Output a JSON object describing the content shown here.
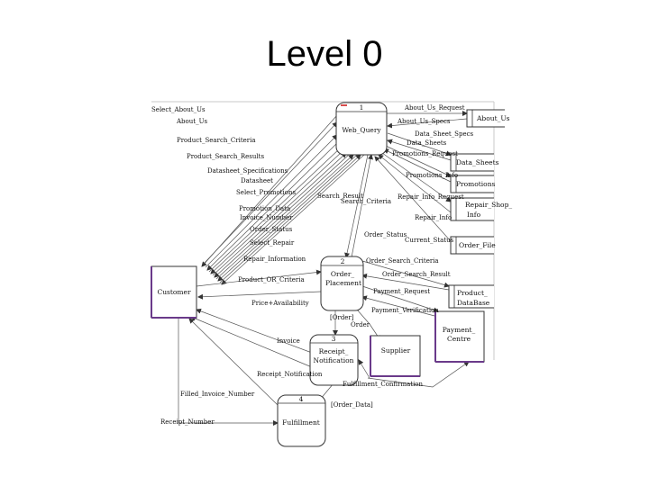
{
  "slide": {
    "title": "Level 0"
  },
  "processes": [
    {
      "id": "web_query",
      "number": "1",
      "name": "Web_Query"
    },
    {
      "id": "order_placement",
      "number": "2",
      "name_lines": [
        "Order_",
        "Placement"
      ]
    },
    {
      "id": "receipt_notification",
      "number": "3",
      "name_lines": [
        "Receipt_",
        "Notification"
      ]
    },
    {
      "id": "fulfillment",
      "number": "4",
      "name": "Fulfillment"
    }
  ],
  "entities": {
    "customer": "Customer",
    "supplier": "Supplier",
    "payment_centre": [
      "Payment_",
      "Centre"
    ]
  },
  "data_stores": {
    "about_us": "About_Us",
    "data_sheets": "Data_Sheets",
    "promotions": "Promotions",
    "repair_shop_info": [
      "Repair_Shop_",
      "Info"
    ],
    "order_file": "Order_File",
    "product_database": [
      "Product_",
      "DataBase"
    ]
  },
  "flow_labels": {
    "select_about_us": "Select_About_Us",
    "about_us": "About_Us",
    "product_search_criteria": "Product_Search_Criteria",
    "product_search_results": "Product_Search_Results",
    "datasheet_specifications": "Datasheet_Specifications",
    "datasheet": "Datasheet",
    "select_promotions": "Select_Promotions",
    "promotion_data": "Promotion_Data",
    "invoice_number": "Invoice_Number",
    "order_status": "Order_Status",
    "select_repair": "Select_Repair",
    "repair_information": "Repair_Information",
    "search_result": "Search_Result",
    "search_criteria": "Search_Criteria",
    "about_us_request": "About_Us_Request",
    "about_us_specs": "About_Us_Specs",
    "data_sheet_specs": "Data_Sheet_Specs",
    "data_sheets": "Data_Sheets",
    "promotions_request": "Promotions_Request",
    "promotions_info": "Promotions_Info",
    "repair_info_request": "Repair_Info_Request",
    "repair_info": "Repair_Info",
    "current_status": "Current_Status",
    "order_search_criteria": "Order_Search_Criteria",
    "order_search_result": "Order_Search_Result",
    "payment_request": "Payment_Request",
    "payment_verification": "Payment_Verification",
    "product_or_criteria": "Product_OR_Criteria",
    "price_availability": "Price+Availability",
    "order_bracket": "[Order]",
    "order": "Order",
    "invoice": "Invoice",
    "receipt_notification": "Receipt_Notification",
    "fulfillment_confirmation": "Fulfillment_Confirmation",
    "filled_invoice_number": "Filled_Invoice_Number",
    "order_data": "[Order_Data]",
    "receipt_number": "Receipt_Number"
  }
}
